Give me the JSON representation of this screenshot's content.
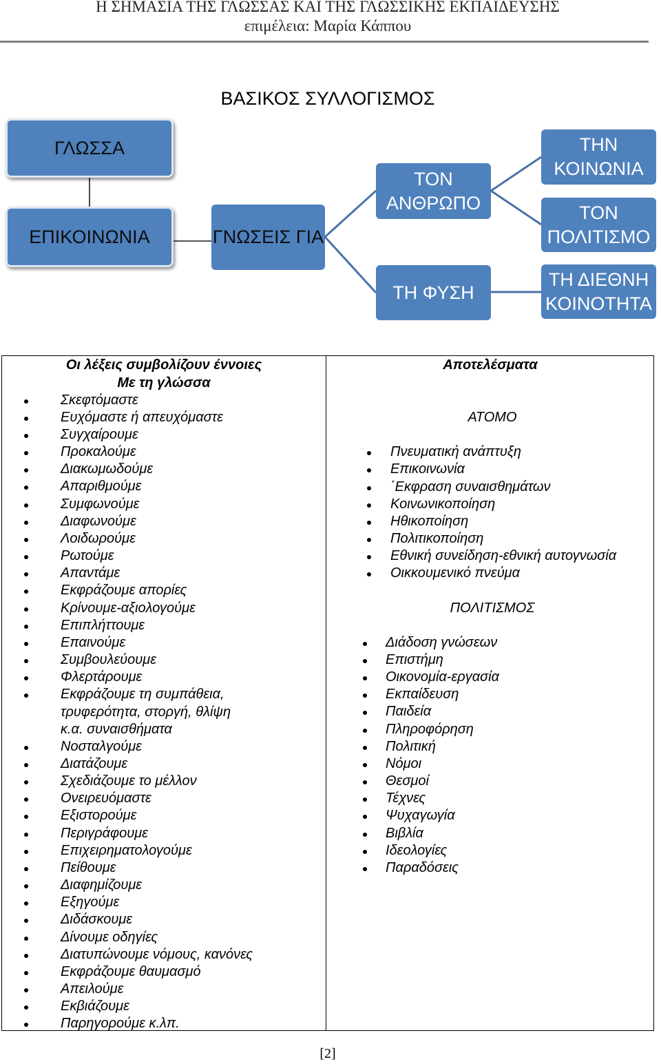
{
  "header": {
    "title": "Η ΣΗΜΑΣΙΑ ΤΗΣ ΓΛΩΣΣΑΣ ΚΑΙ ΤΗΣ ΓΛΩΣΣΙΚΗΣ ΕΚΠΑΙΔΕΥΣΗΣ",
    "subtitle": "επιμέλεια: Μαρία Κάππου"
  },
  "diagram": {
    "title": "ΒΑΣΙΚΟΣ ΣΥΛΛΟΓΙΣΜΟΣ",
    "nodes": {
      "glossa": "ΓΛΩΣΣΑ",
      "epikoinonia": "ΕΠΙΚΟΙΝΩΝΙΑ",
      "gnoseis": "ΓΝΩΣΕΙΣ ΓΙΑ",
      "anthropo": "ΤΟΝ ΑΝΘΡΩΠΟ",
      "fysi": "ΤΗ ΦΥΣΗ",
      "koinonia": "ΤΗΝ ΚΟΙΝΩΝΙΑ",
      "politismo": "ΤΟΝ ΠΟΛΙΤΙΣΜΟ",
      "diethni": "ΤΗ ΔΙΕΘΝΗ ΚΟΙΝΟΤΗΤΑ"
    },
    "colors": {
      "node_fill": "#4f81bd",
      "node_outline": "#dce6f2",
      "connector": "#4a72a8",
      "connector_dark": "#1a1a1a"
    }
  },
  "table": {
    "left": {
      "header_line1": "Οι λέξεις συμβολίζουν έννοιες",
      "header_line2": "Με τη γλώσσα",
      "items": [
        "Σκεφτόμαστε",
        "Ευχόμαστε ή απευχόμαστε",
        "Συγχαίρουμε",
        "Προκαλούμε",
        "Διακωμωδούμε",
        "Απαριθμούμε",
        "Συμφωνούμε",
        "Διαφωνούμε",
        "Λοιδωρούμε",
        "Ρωτούμε",
        "Απαντάμε",
        "Εκφράζουμε απορίες",
        "Κρίνουμε-αξιολογούμε",
        "Επιπλήττουμε",
        "Επαινούμε",
        "Συμβουλεύουμε",
        "Φλερτάρουμε",
        "Εκφράζουμε τη συμπάθεια, τρυφερότητα, στοργή, θλίψη κ.α. συναισθήματα",
        "Νοσταλγούμε",
        "Διατάζουμε",
        "Σχεδιάζουμε το μέλλον",
        "Ονειρευόμαστε",
        "Εξιστορούμε",
        "Περιγράφουμε",
        "Επιχειρηματολογούμε",
        "Πείθουμε",
        "Διαφημίζουμε",
        "Εξηγούμε",
        "Διδάσκουμε",
        "Δίνουμε οδηγίες",
        "Διατυπώνουμε νόμους, κανόνες",
        "Εκφράζουμε θαυμασμό",
        "Απειλούμε",
        "Εκβιάζουμε",
        "Παρηγορούμε κ.λπ."
      ]
    },
    "right": {
      "header": "Αποτελέσματα",
      "section1_title": "ΑΤΟΜΟ",
      "section1_items": [
        "Πνευματική ανάπτυξη",
        "Επικοινωνία",
        "΄Εκφραση συναισθημάτων",
        "Κοινωνικοποίηση",
        "Ηθικοποίηση",
        "Πολιτικοποίηση",
        "Εθνική συνείδηση-εθνική αυτογνωσία",
        "Οικκουμενικό πνεύμα"
      ],
      "section2_title": "ΠΟΛΙΤΙΣΜΟΣ",
      "section2_items": [
        "Διάδοση γνώσεων",
        "Επιστήμη",
        "Οικονομία-εργασία",
        "Εκπαίδευση",
        "Παιδεία",
        "Πληροφόρηση",
        "Πολιτική",
        "Νόμοι",
        "Θεσμοί",
        "Τέχνες",
        "Ψυχαγωγία",
        "Βιβλία",
        "Ιδεολογίες",
        "Παραδόσεις"
      ]
    }
  },
  "footer": {
    "page": "[2]"
  }
}
